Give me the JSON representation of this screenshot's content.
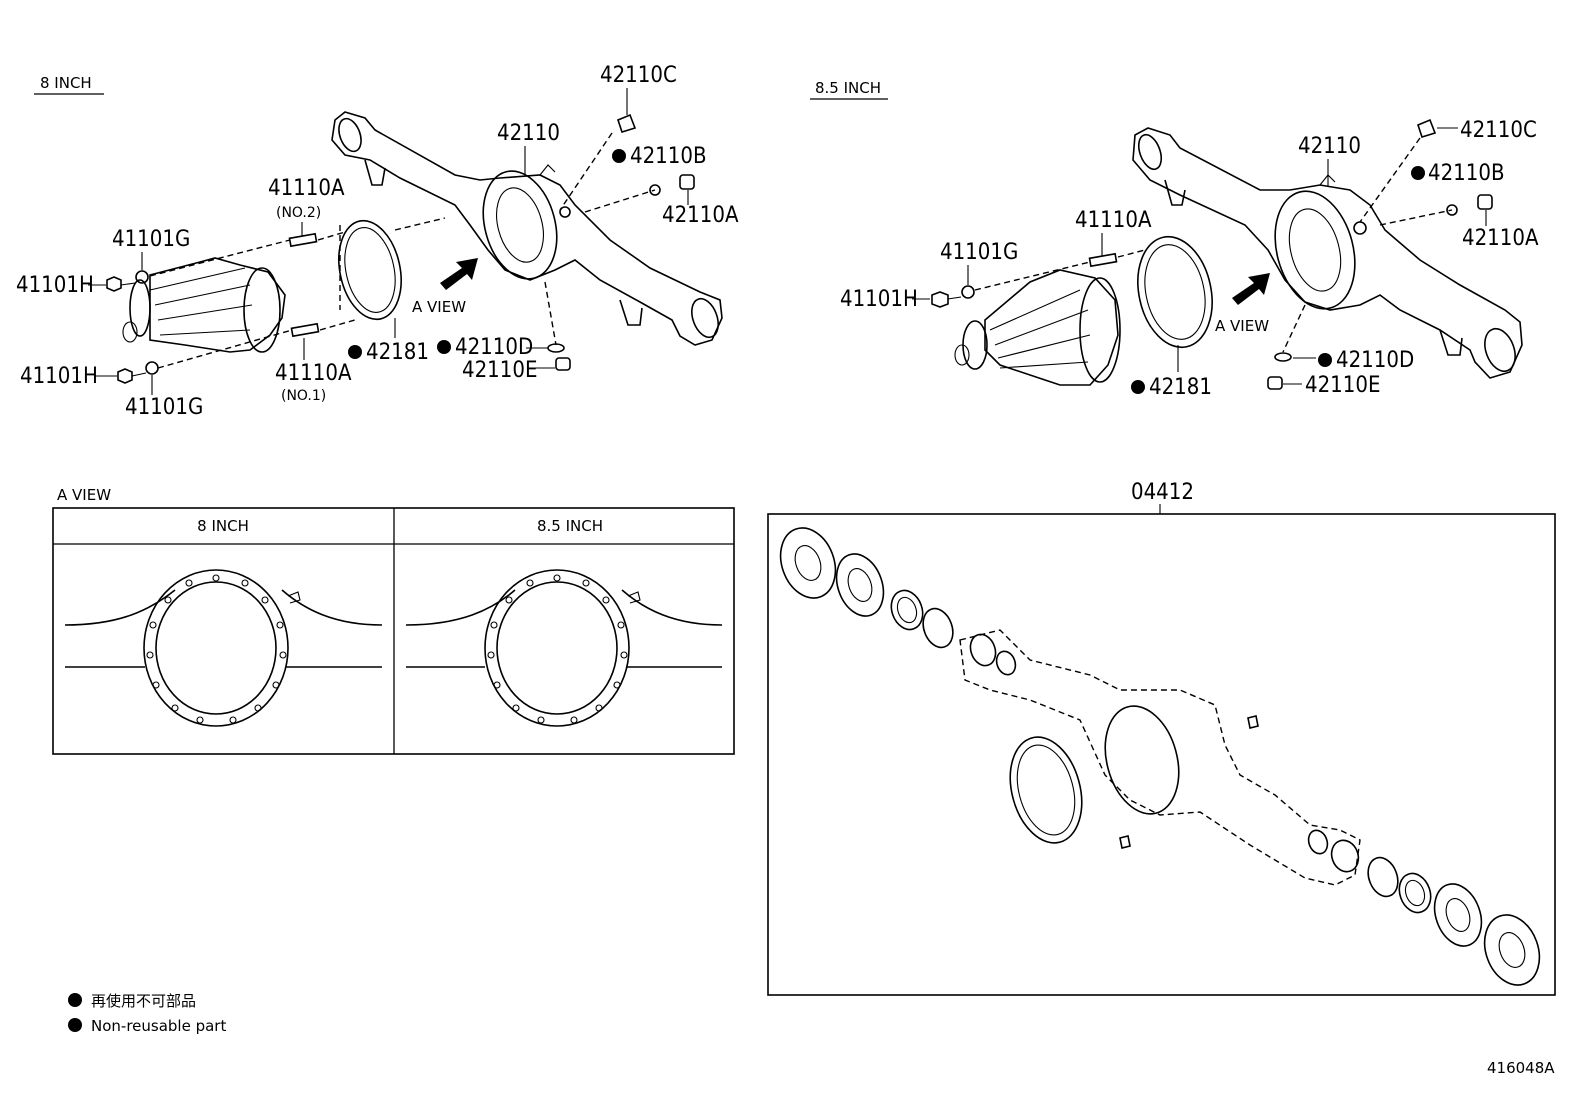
{
  "sections": {
    "left_title": "8 INCH",
    "right_title": "8.5 INCH"
  },
  "left_labels": {
    "p42110C": "42110C",
    "p42110": "42110",
    "p42110B": "42110B",
    "p42110A": "42110A",
    "p41110A_top": "41110A",
    "no2": "(NO.2)",
    "p41101G_top": "41101G",
    "p41101H_top": "41101H",
    "p41101H_bot": "41101H",
    "p41101G_bot": "41101G",
    "p41110A_bot": "41110A",
    "no1": "(NO.1)",
    "p42181": "42181",
    "p42110D": "42110D",
    "p42110E": "42110E",
    "a_view": "A VIEW"
  },
  "right_labels": {
    "p42110C": "42110C",
    "p42110": "42110",
    "p42110B": "42110B",
    "p42110A": "42110A",
    "p41110A": "41110A",
    "p41101G": "41101G",
    "p41101H": "41101H",
    "p42181": "42181",
    "p42110D": "42110D",
    "p42110E": "42110E",
    "a_view": "A VIEW"
  },
  "a_view_table": {
    "title": "A VIEW",
    "headers": [
      "8 INCH",
      "8.5 INCH"
    ]
  },
  "kit": {
    "label": "04412"
  },
  "legend": {
    "jp": "再使用不可部品",
    "en": "Non-reusable part"
  },
  "figure_code": "416048A"
}
